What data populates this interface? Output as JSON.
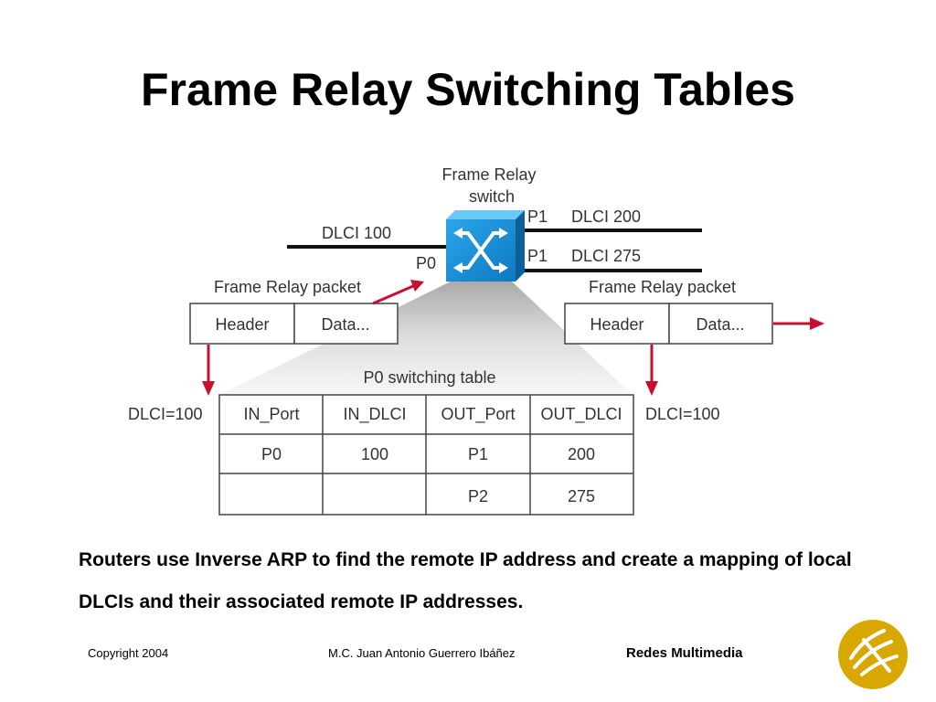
{
  "title": "Frame Relay Switching Tables",
  "diagram": {
    "switch_label": [
      "Frame Relay",
      "switch"
    ],
    "dlci_in": "DLCI 100",
    "port_in": "P0",
    "port_out_1": "P1",
    "dlci_out_1": "DLCI 200",
    "port_out_2": "P1",
    "dlci_out_2": "DLCI 275",
    "packet_in": {
      "label": "Frame Relay packet",
      "header": "Header",
      "data": "Data..."
    },
    "packet_out": {
      "label": "Frame Relay packet",
      "header": "Header",
      "data": "Data..."
    },
    "dlci_left": "DLCI=100",
    "dlci_right": "DLCI=100",
    "table": {
      "title": "P0 switching table",
      "headers": [
        "IN_Port",
        "IN_DLCI",
        "OUT_Port",
        "OUT_DLCI"
      ],
      "rows": [
        [
          "P0",
          "100",
          "P1",
          "200"
        ],
        [
          "",
          "",
          "P2",
          "275"
        ]
      ]
    }
  },
  "caption": "Routers use Inverse ARP to find the remote IP address and create a mapping of local DLCIs and their associated remote IP addresses.",
  "footer": {
    "copyright": "Copyright 2004",
    "author": "M.C. Juan Antonio Guerrero Ibáñez",
    "course": "Redes Multimedia"
  },
  "colors": {
    "arrow": "#c8102e",
    "switch_blue": "#1a8fd6",
    "logo_gold": "#d9a800"
  }
}
